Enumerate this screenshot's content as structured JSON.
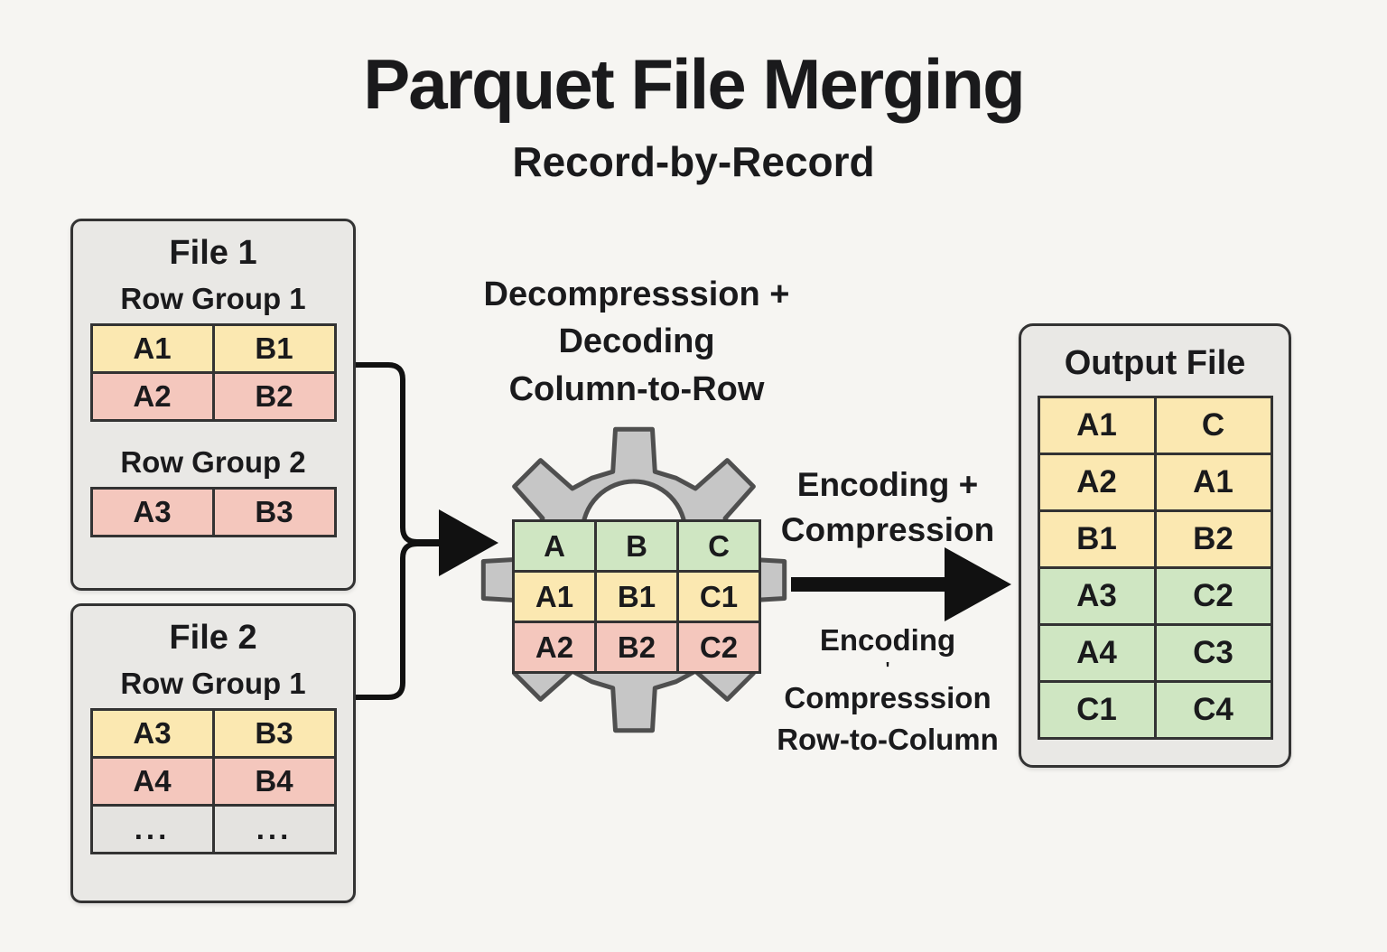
{
  "title": "Parquet File Merging",
  "subtitle": "Record-by-Record",
  "colors": {
    "bg": "#f6f5f2",
    "box-bg": "#e9e8e5",
    "border": "#333333",
    "text": "#1a1a1c",
    "yellow": "#fbe8b1",
    "pink": "#f4c7bd",
    "green": "#cfe6c2",
    "gray-cell": "#e4e3e0",
    "gear": "#c6c6c6",
    "gear-stroke": "#4f4f4f",
    "arrow": "#111111"
  },
  "file1": {
    "title": "File 1",
    "groups": [
      {
        "label": "Row Group 1",
        "rows": [
          [
            "A1",
            "B1"
          ],
          [
            "A2",
            "B2"
          ]
        ],
        "row_colors": [
          "yellow",
          "pink"
        ]
      },
      {
        "label": "Row Group 2",
        "rows": [
          [
            "A3",
            "B3"
          ]
        ],
        "row_colors": [
          "pink"
        ]
      }
    ]
  },
  "file2": {
    "title": "File 2",
    "groups": [
      {
        "label": "Row Group 1",
        "rows": [
          [
            "A3",
            "B3"
          ],
          [
            "A4",
            "B4"
          ],
          [
            "...",
            "..."
          ]
        ],
        "row_colors": [
          "yellow",
          "pink",
          "gray"
        ]
      }
    ]
  },
  "process": {
    "label_lines": [
      "Decompresssion +",
      "Decoding",
      "Column-to-Row"
    ],
    "table": {
      "header": [
        "A",
        "B",
        "C"
      ],
      "header_color": "green",
      "rows": [
        [
          "A1",
          "B1",
          "C1"
        ],
        [
          "A2",
          "B2",
          "C2"
        ]
      ],
      "row_colors": [
        "yellow",
        "pink"
      ]
    }
  },
  "flow": {
    "label_top_lines": [
      "Encoding +",
      "Compression"
    ],
    "label_bottom_lines": [
      "Encoding",
      "Compresssion",
      "Row-to-Column"
    ],
    "tick": "'"
  },
  "output": {
    "title": "Output File",
    "rows": [
      [
        "A1",
        "C"
      ],
      [
        "A2",
        "A1"
      ],
      [
        "B1",
        "B2"
      ],
      [
        "A3",
        "C2"
      ],
      [
        "A4",
        "C3"
      ],
      [
        "C1",
        "C4"
      ]
    ],
    "row_colors": [
      "yellow",
      "yellow",
      "yellow",
      "green",
      "green",
      "green"
    ]
  }
}
